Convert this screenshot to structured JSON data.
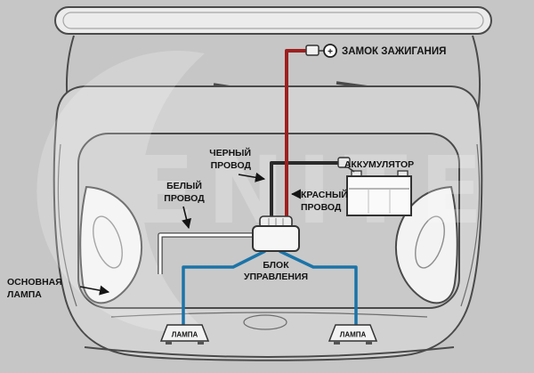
{
  "watermark": "XENITE",
  "symbols": {
    "plus": "+"
  },
  "labels": {
    "ignition_lock": "ЗАМОК ЗАЖИГАНИЯ",
    "black_wire": [
      "ЧЕРНЫЙ",
      "ПРОВОД"
    ],
    "battery": "АККУМУЛЯТОР",
    "white_wire": [
      "БЕЛЫЙ",
      "ПРОВОД"
    ],
    "red_wire": [
      "КРАСНЫЙ",
      "ПРОВОД"
    ],
    "control_unit": [
      "БЛОК",
      "УПРАВЛЕНИЯ"
    ],
    "main_lamp": [
      "ОСНОВНАЯ",
      "ЛАМПА"
    ],
    "lamp_left": "ЛАМПА",
    "lamp_right": "ЛАМПА"
  },
  "colors": {
    "background": "#c6c6c6",
    "red_wire": "#9e1f1f",
    "black_wire": "#2a2a2a",
    "white_wire": "#ffffff",
    "blue_wire": "#1b74a8",
    "label_text": "#141414"
  }
}
